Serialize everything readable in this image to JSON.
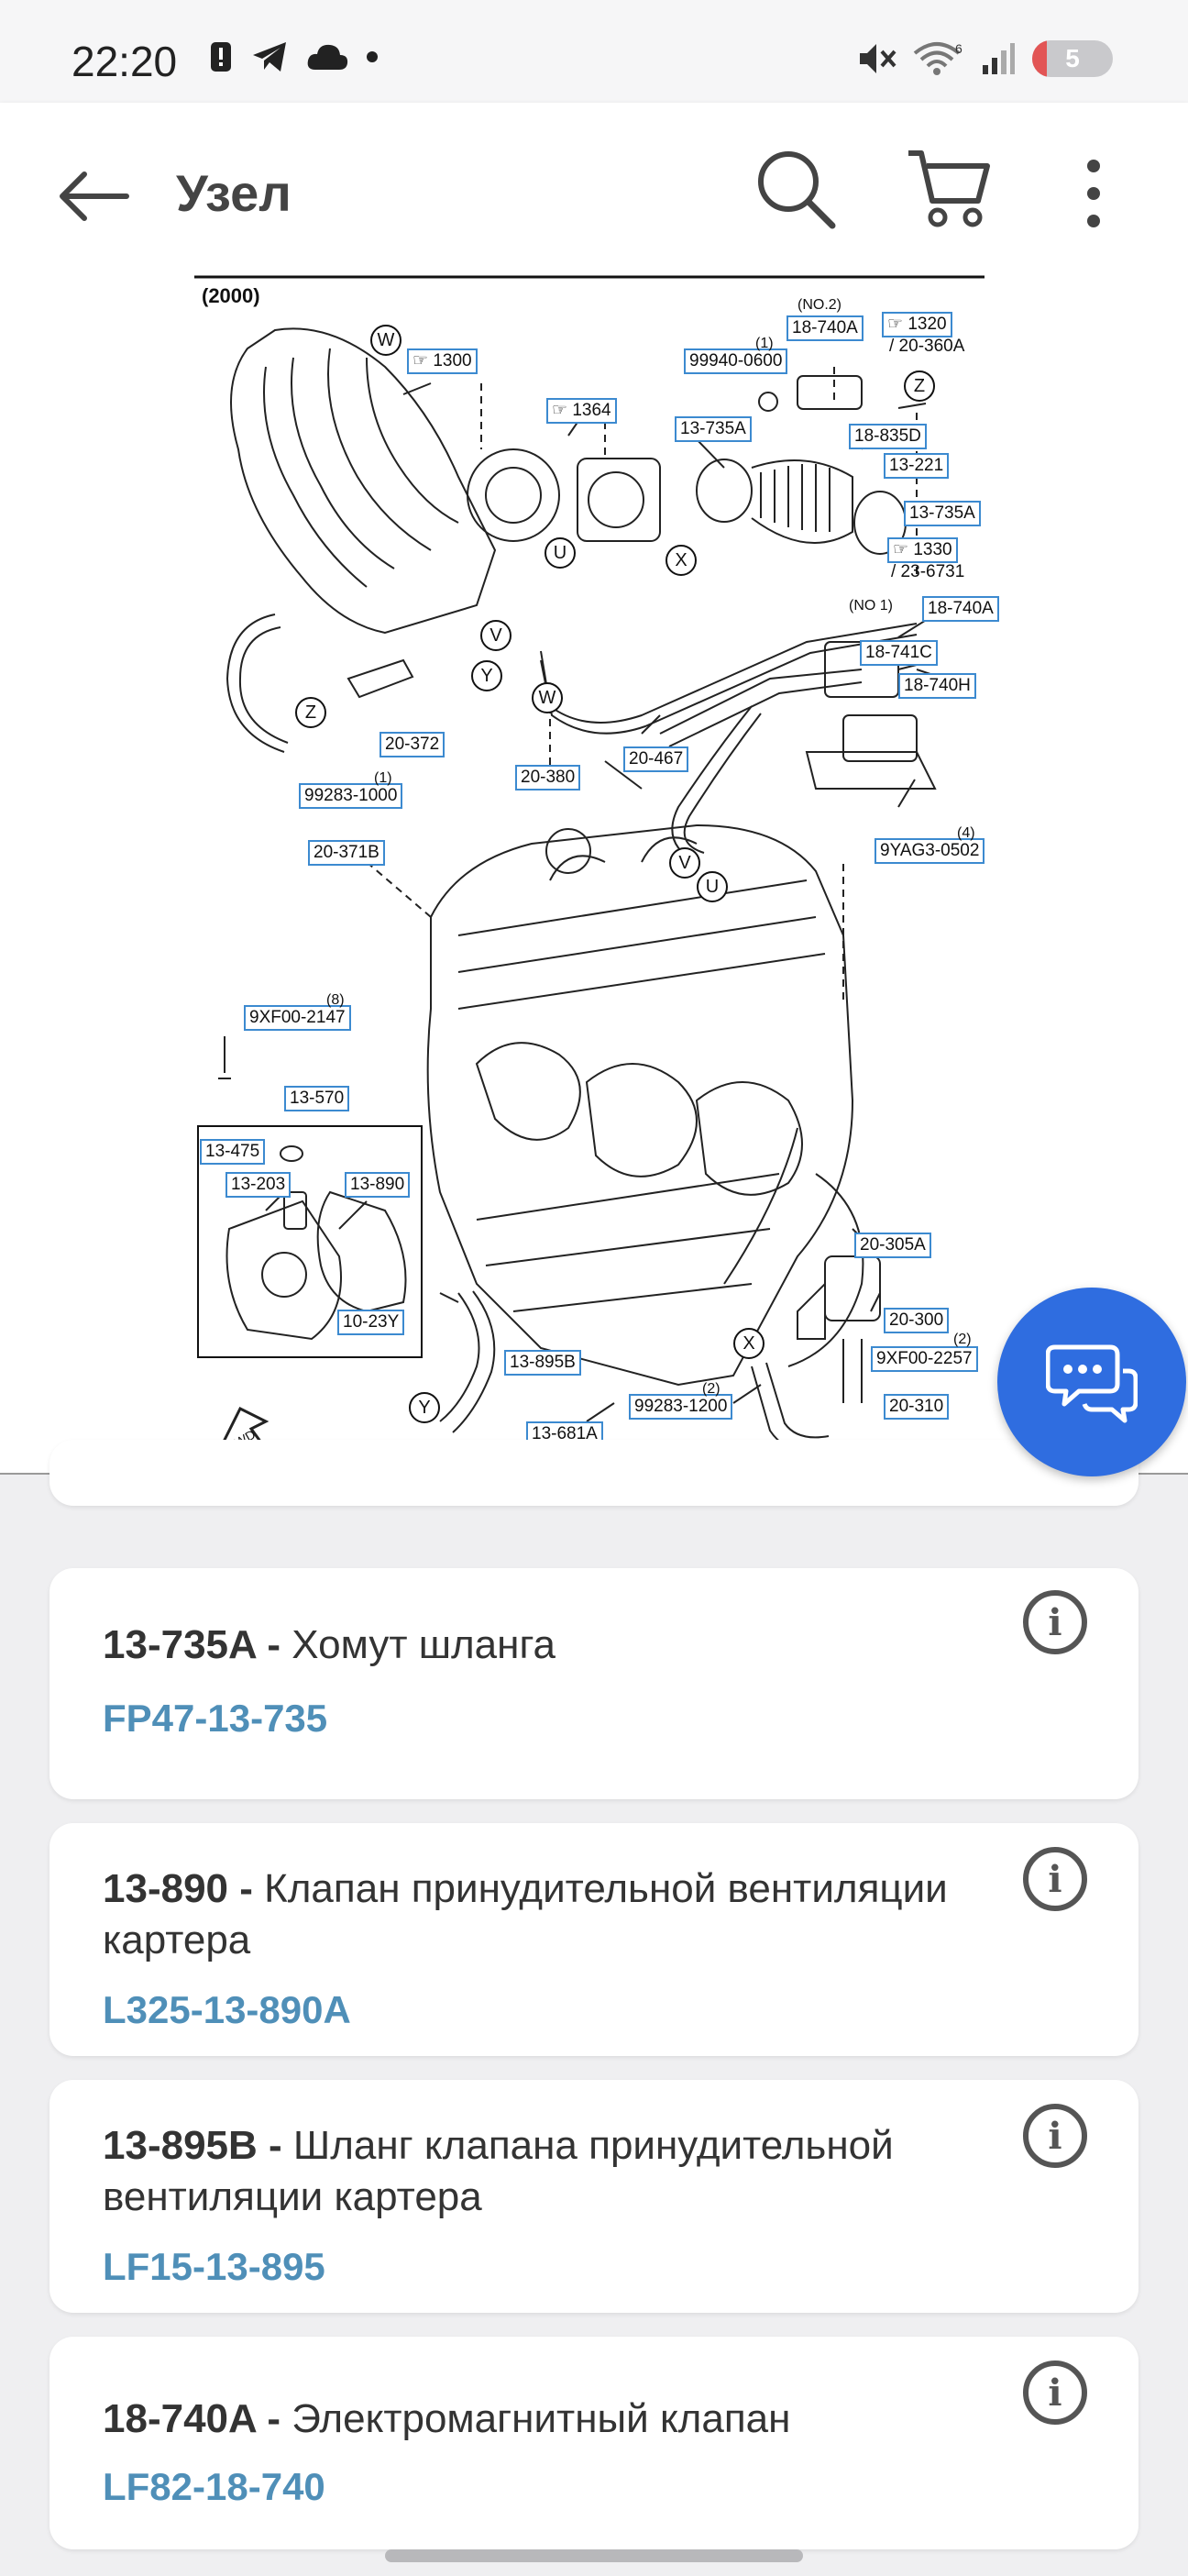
{
  "status": {
    "time": "22:20",
    "battery": "5",
    "icons": [
      "alert-icon",
      "telegram-icon",
      "cloud-icon",
      "dot-icon",
      "mute-icon",
      "wifi-icon",
      "signal-icon"
    ]
  },
  "app_bar": {
    "title": "Узел",
    "icons": [
      "back-arrow-icon",
      "search-icon",
      "cart-icon",
      "more-vert-icon"
    ]
  },
  "diagram": {
    "year": "(2000)",
    "callouts": {
      "c1300": "1300",
      "c1364": "1364",
      "c1320": "1320",
      "c20_360a": "/ 20-360A",
      "c1330": "1330",
      "c23_6731": "/ 23-6731",
      "c99940": "99940-0600",
      "c18_740a_top": "18-740A",
      "c18_835d": "18-835D",
      "c13_735a_a": "13-735A",
      "c13_221": "13-221",
      "c13_735a_b": "13-735A",
      "c18_740a_mid": "18-740A",
      "c18_741c": "18-741C",
      "c18_740h": "18-740H",
      "c20_372": "20-372",
      "c99283_1000": "99283-1000",
      "c20_371b": "20-371B",
      "c20_380": "20-380",
      "c20_467": "20-467",
      "c9yag3": "9YAG3-0502",
      "c9xf00_2147": "9XF00-2147",
      "c13_570": "13-570",
      "c13_475": "13-475",
      "c13_203": "13-203",
      "c13_890": "13-890",
      "c10_23y": "10-23Y",
      "c13_895b": "13-895B",
      "c13_681a": "13-681A",
      "c99283_1200": "99283-1200",
      "c20_305a": "20-305A",
      "c20_300": "20-300",
      "c9xf00_2257": "9XF00-2257",
      "c20_310": "20-310"
    },
    "qty": {
      "q_no2": "(NO.2)",
      "q_1a": "(1)",
      "q_no1": "(NO 1)",
      "q_1b": "(1)",
      "q_4": "(4)",
      "q_8": "(8)",
      "q_2a": "(2)",
      "q_2b": "(2)"
    },
    "rings": {
      "W1": "W",
      "Z1": "Z",
      "U1": "U",
      "X1": "X",
      "V1": "V",
      "Y1": "Y",
      "Z2": "Z",
      "W2": "W",
      "V2": "V",
      "U2": "U",
      "X2": "X",
      "Y2": "Y"
    },
    "fwd": "FWD"
  },
  "parts": [
    {
      "code": "13-735A",
      "sep": " - ",
      "name": "Хомут шланга",
      "part_no": "FP47-13-735"
    },
    {
      "code": "13-890",
      "sep": " - ",
      "name": "Клапан принудительной вентиляции картера",
      "part_no": "L325-13-890A"
    },
    {
      "code": "13-895B",
      "sep": " - ",
      "name": "Шланг клапана принудительной вентиляции картера",
      "part_no": "LF15-13-895"
    },
    {
      "code": "18-740A",
      "sep": " - ",
      "name": "Электромагнитный клапан",
      "part_no": "LF82-18-740"
    }
  ],
  "colors": {
    "accent": "#2f6de0",
    "part_no": "#4f8fb8",
    "callout_border": "#3c8ad0"
  }
}
